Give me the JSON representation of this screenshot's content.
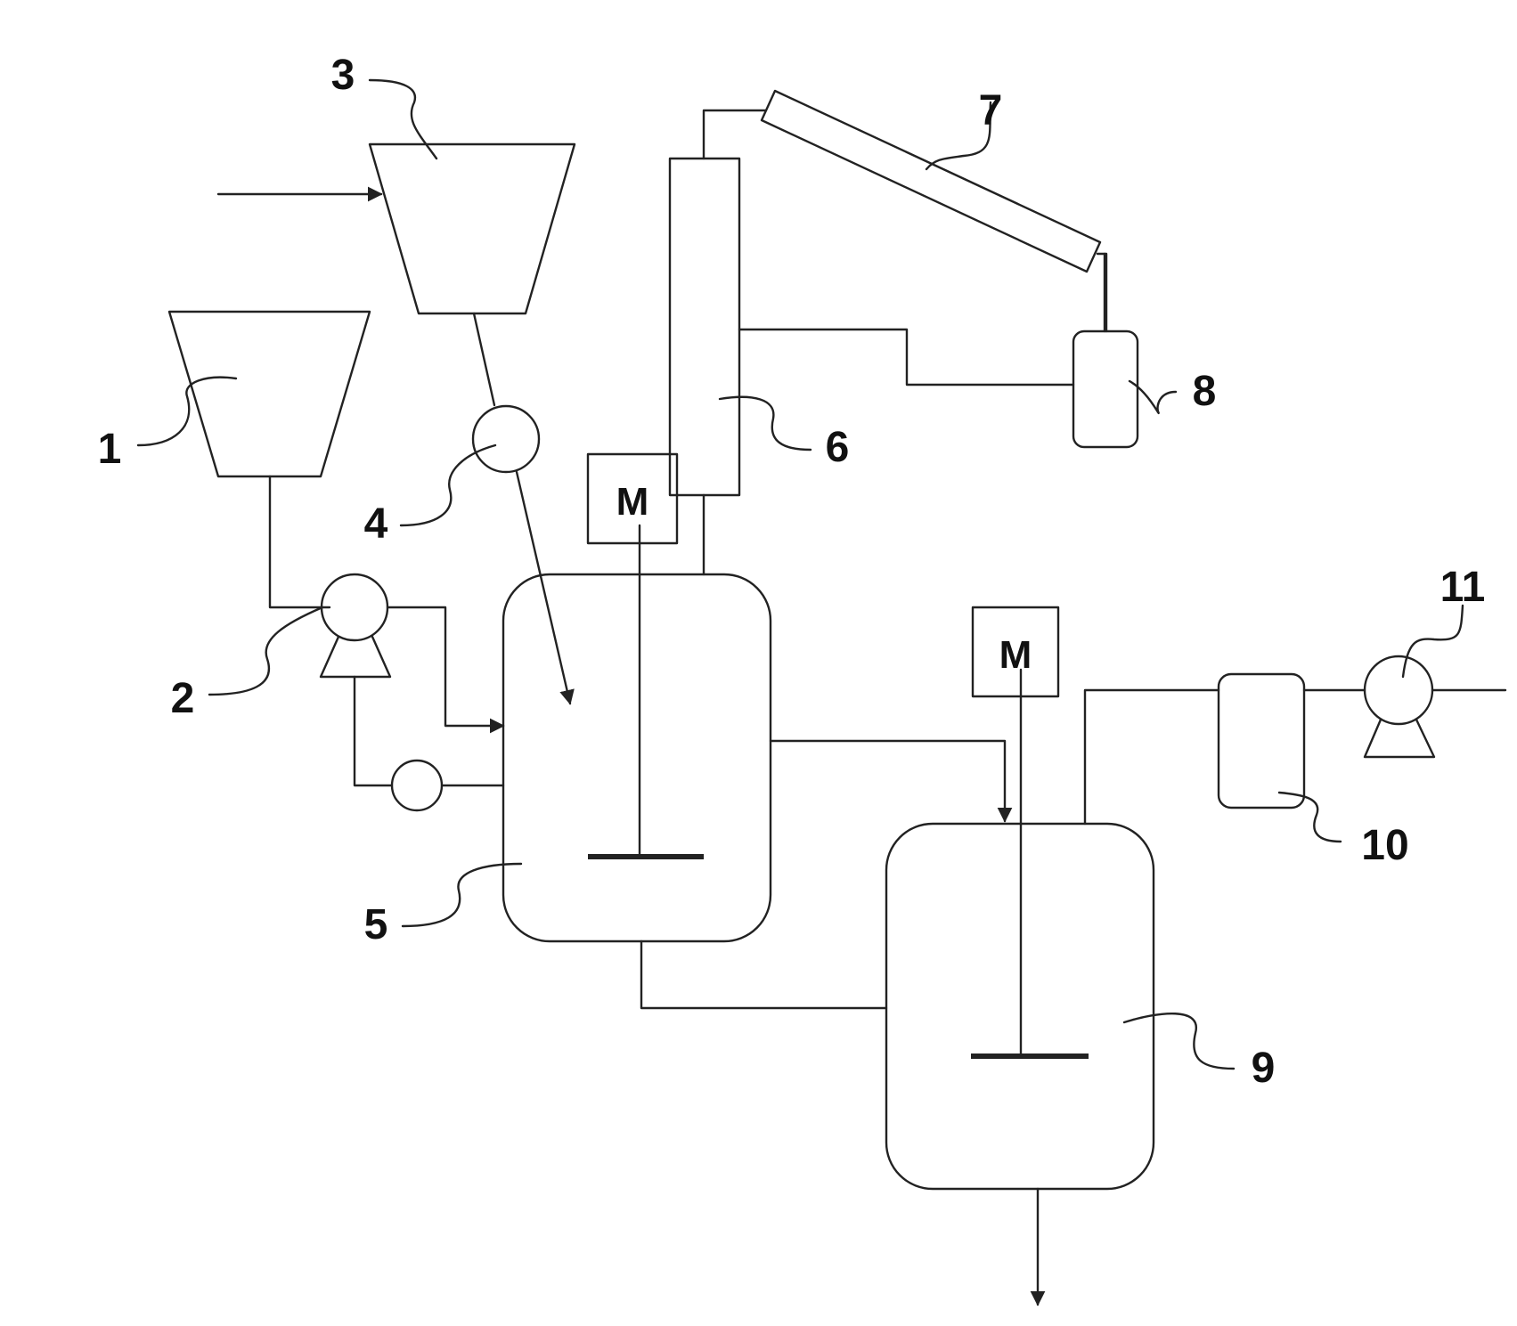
{
  "labels": {
    "l1": "1",
    "l2": "2",
    "l3": "3",
    "l4": "4",
    "l5": "5",
    "l6": "6",
    "l7": "7",
    "l8": "8",
    "l9": "9",
    "l10": "10",
    "l11": "11"
  },
  "motors": {
    "m1": "M",
    "m2": "M"
  }
}
